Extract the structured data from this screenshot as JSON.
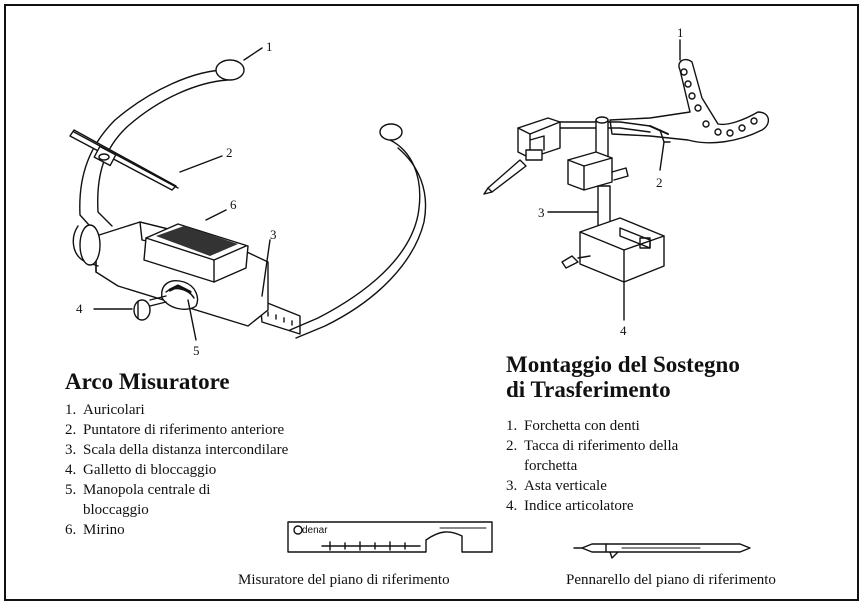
{
  "left_section": {
    "heading": "Arco Misuratore",
    "callouts": [
      "1",
      "2",
      "6",
      "3",
      "4",
      "5"
    ],
    "items": [
      {
        "num": "1.",
        "text": "Auricolari"
      },
      {
        "num": "2.",
        "text": "Puntatore di riferimento anteriore"
      },
      {
        "num": "3.",
        "text": "Scala della distanza intercondilare"
      },
      {
        "num": "4.",
        "text": "Galletto di bloccaggio"
      },
      {
        "num": "5.",
        "text": "Manopola centrale di bloccaggio"
      },
      {
        "num": "6.",
        "text": "Mirino"
      }
    ]
  },
  "right_section": {
    "heading_line1": "Montaggio del Sostegno",
    "heading_line2": "di Trasferimento",
    "callouts": [
      "1",
      "2",
      "3",
      "4"
    ],
    "items": [
      {
        "num": "1.",
        "text": "Forchetta con denti"
      },
      {
        "num": "2.",
        "text": "Tacca di riferimento della forchetta"
      },
      {
        "num": "3.",
        "text": "Asta verticale"
      },
      {
        "num": "4.",
        "text": "Indice articolatore"
      }
    ]
  },
  "bottom": {
    "gauge_caption": "Misuratore del piano di riferimento",
    "marker_caption": "Pennarello del piano di riferimento",
    "gauge_brand": "denar"
  }
}
